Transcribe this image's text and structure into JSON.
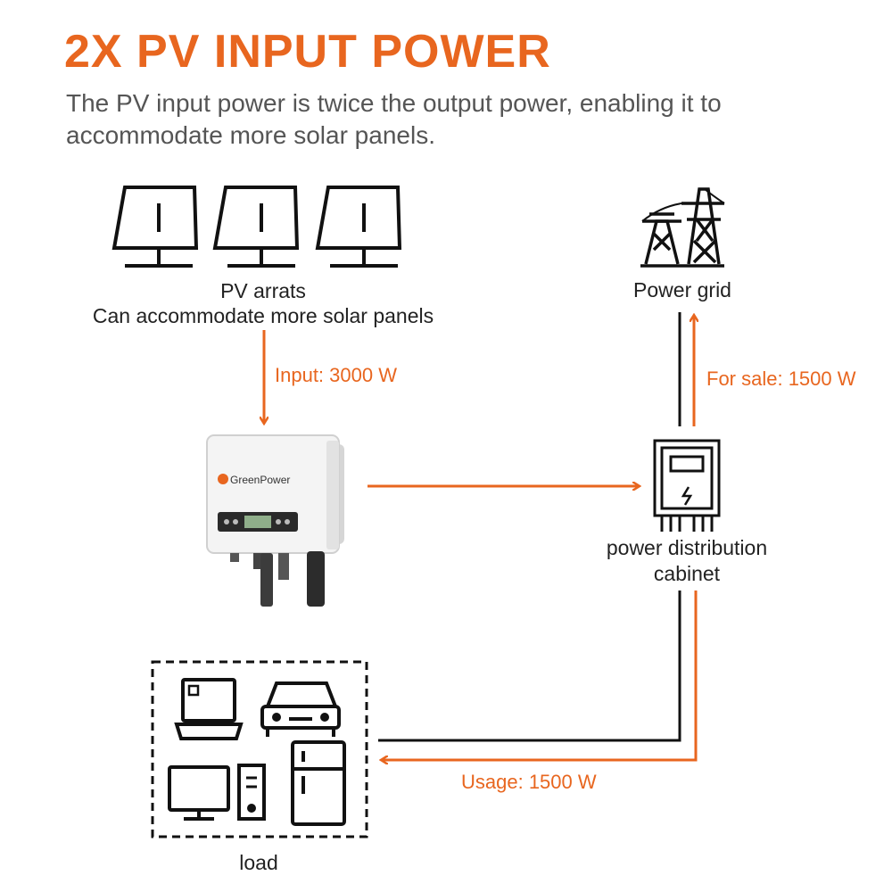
{
  "header": {
    "title": "2X PV INPUT POWER",
    "subtitle_line1": "The PV input power is twice the output power, enabling it to",
    "subtitle_line2": "accommodate more solar panels."
  },
  "pv_array": {
    "label_line1": "PV arrats",
    "label_line2": "Can accommodate more solar panels"
  },
  "power_grid": {
    "label": "Power grid"
  },
  "cabinet": {
    "label_line1": "power distribution",
    "label_line2": "cabinet"
  },
  "inverter": {
    "brand": "GreenPower"
  },
  "load": {
    "label": "load"
  },
  "flows": {
    "input": "Input: 3000 W",
    "sale": "For sale: 1500 W",
    "usage": "Usage: 1500 W"
  },
  "colors": {
    "accent": "#e8661f",
    "text": "#222222",
    "subtitle": "#555555"
  }
}
